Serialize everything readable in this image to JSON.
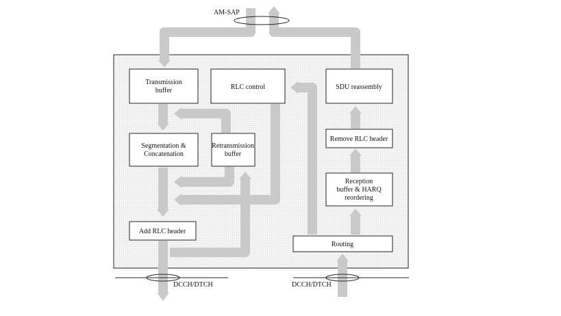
{
  "sap": {
    "top": "AM-SAP",
    "bottom_left": "DCCH/DTCH",
    "bottom_right": "DCCH/DTCH"
  },
  "blocks": {
    "tx_buffer": [
      "Transmission",
      "buffer"
    ],
    "rlc_control": [
      "RLC control"
    ],
    "sdu_reassembly": [
      "SDU reassembly"
    ],
    "seg_concat": [
      "Segmentation &",
      "Concatenation"
    ],
    "retx_buffer": [
      "Retransmission",
      "buffer"
    ],
    "remove_header": [
      "Remove RLC header"
    ],
    "reception": [
      "Reception",
      "buffer & HARQ",
      "reordering"
    ],
    "add_header": [
      "Add RLC header"
    ],
    "routing": [
      "Routing"
    ]
  },
  "colors": {
    "arrow": "#c9c9c9",
    "entity_fill": "#f2f2f2",
    "border": "#222222"
  }
}
